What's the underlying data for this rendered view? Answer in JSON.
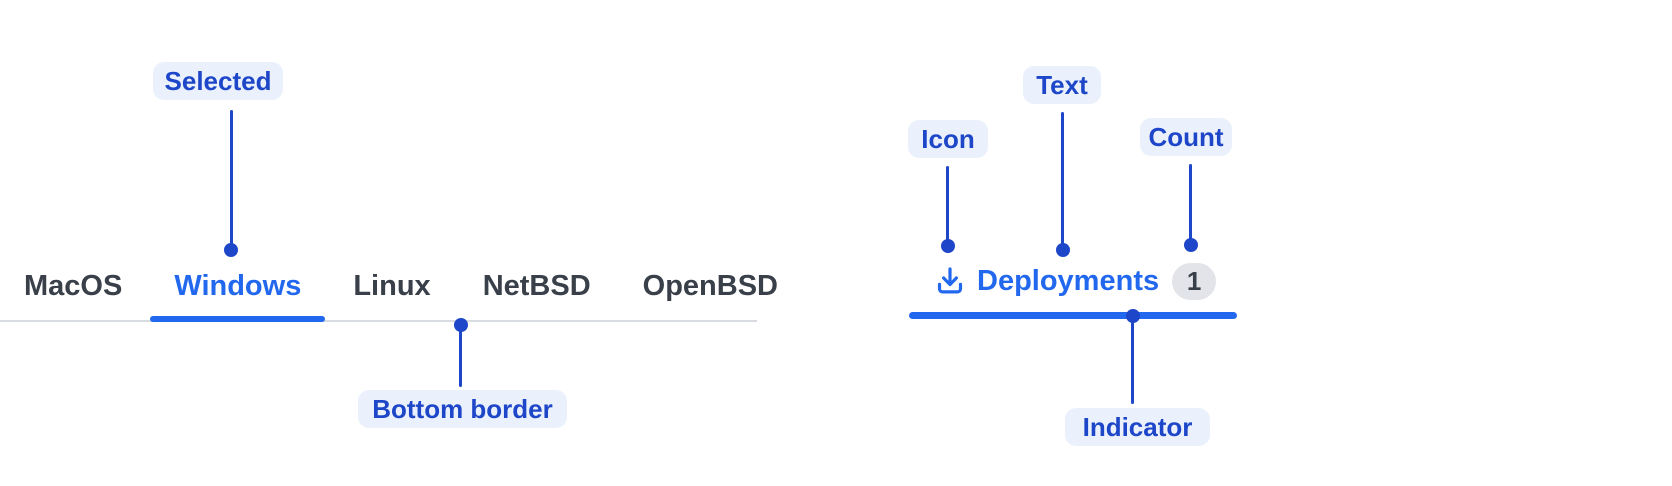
{
  "figure_left": {
    "tabs": [
      {
        "label": "MacOS",
        "selected": false
      },
      {
        "label": "Windows",
        "selected": true
      },
      {
        "label": "Linux",
        "selected": false
      },
      {
        "label": "NetBSD",
        "selected": false
      },
      {
        "label": "OpenBSD",
        "selected": false
      }
    ],
    "selected_tab": "Windows",
    "annotations": {
      "selected": "Selected",
      "bottom_border": "Bottom border"
    }
  },
  "figure_right": {
    "tab": {
      "icon": "download-icon",
      "label": "Deployments",
      "count": "1"
    },
    "annotations": {
      "icon": "Icon",
      "text": "Text",
      "count": "Count",
      "indicator": "Indicator"
    }
  },
  "colors": {
    "accent_blue": "#2268ee",
    "annotation_blue": "#1e46c8",
    "annotation_pill_bg": "#eaf1fc",
    "tab_text": "#394049",
    "bottom_border_gray": "#d8dbe0",
    "badge_bg": "#e2e4e9",
    "badge_text": "#3a4049",
    "background": "#ffffff"
  }
}
